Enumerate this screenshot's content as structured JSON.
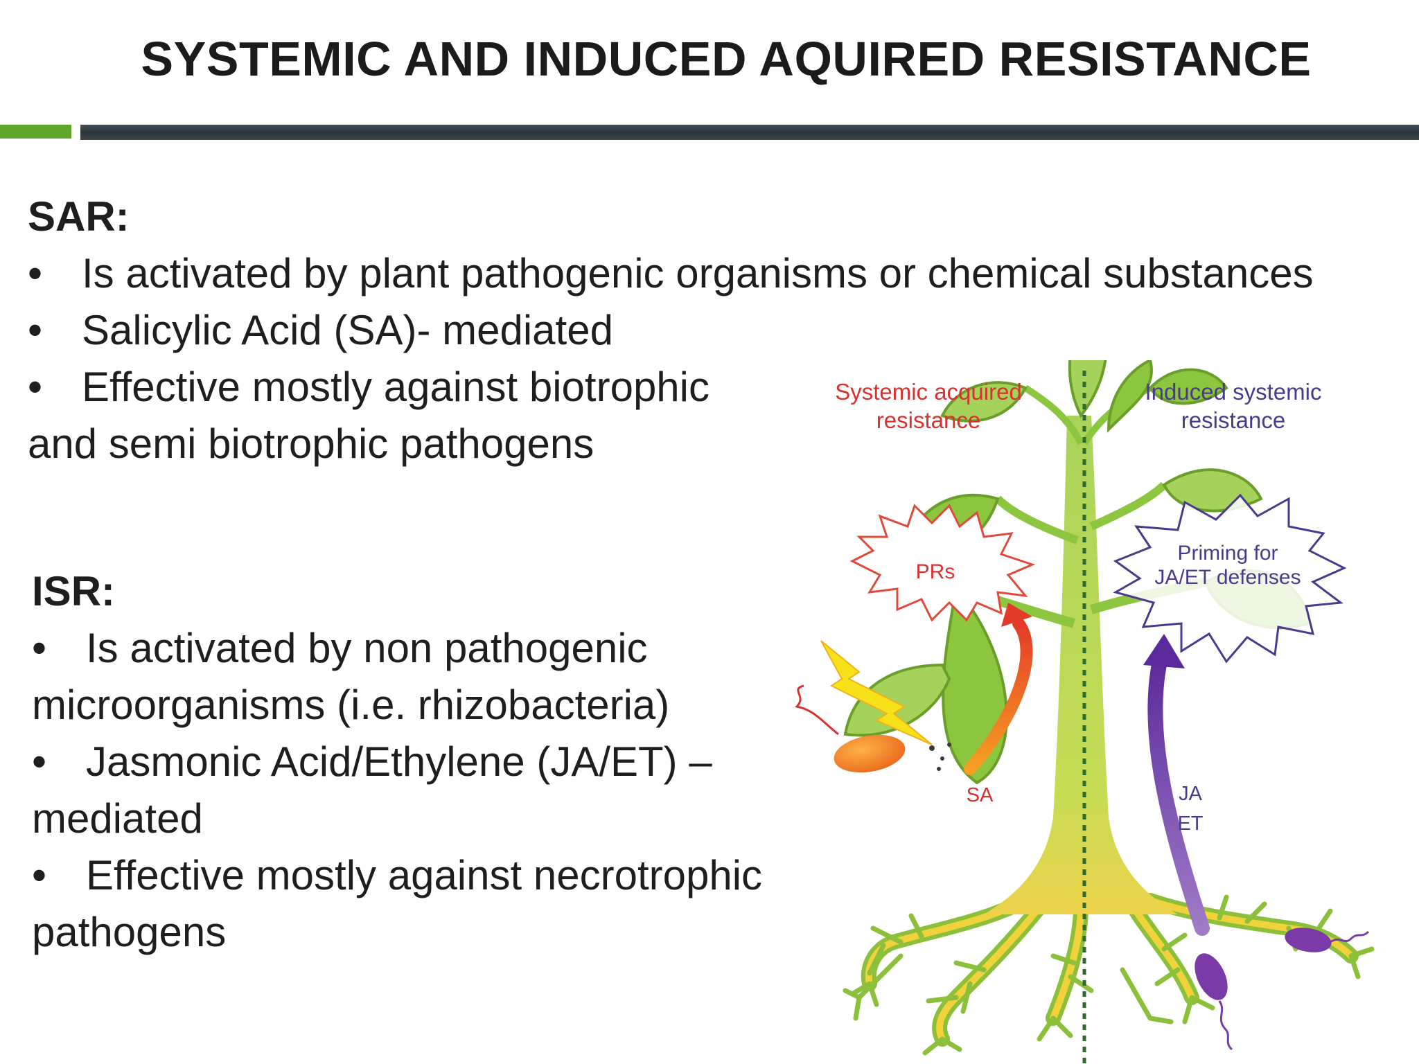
{
  "slide": {
    "title": "SYSTEMIC AND INDUCED AQUIRED RESISTANCE"
  },
  "sar": {
    "heading": "SAR:",
    "bullet_char": "•",
    "bullets": [
      "Is activated by plant pathogenic organisms or chemical substances",
      "Salicylic Acid (SA)- mediated",
      "Effective mostly against biotrophic"
    ],
    "continuation": "and semi biotrophic pathogens"
  },
  "isr": {
    "heading": "ISR:",
    "bullet_char": "•",
    "lines": [
      "Is activated by non pathogenic",
      "microorganisms (i.e. rhizobacteria)",
      "Jasmonic Acid/Ethylene (JA/ET) –",
      "mediated",
      "Effective mostly against necrotrophic",
      "pathogens"
    ]
  },
  "diagram": {
    "left_title_line1": "Systemic acquired",
    "left_title_line2": "resistance",
    "right_title_line1": "Induced systemic",
    "right_title_line2": "resistance",
    "prs_label": "PRs",
    "priming_line1": "Priming for",
    "priming_line2": "JA/ET defenses",
    "sa_label": "SA",
    "ja_label": "JA",
    "et_label": "ET",
    "colors": {
      "sar_red": "#d8322f",
      "isr_purple": "#4a3a8c",
      "stem_green": "#7fb83a",
      "leaf_green": "#8cc63f",
      "root_yellow": "#f0d23a",
      "pathogen_orange": "#f07a1a",
      "bacteria_purple": "#7a3aa8"
    }
  }
}
